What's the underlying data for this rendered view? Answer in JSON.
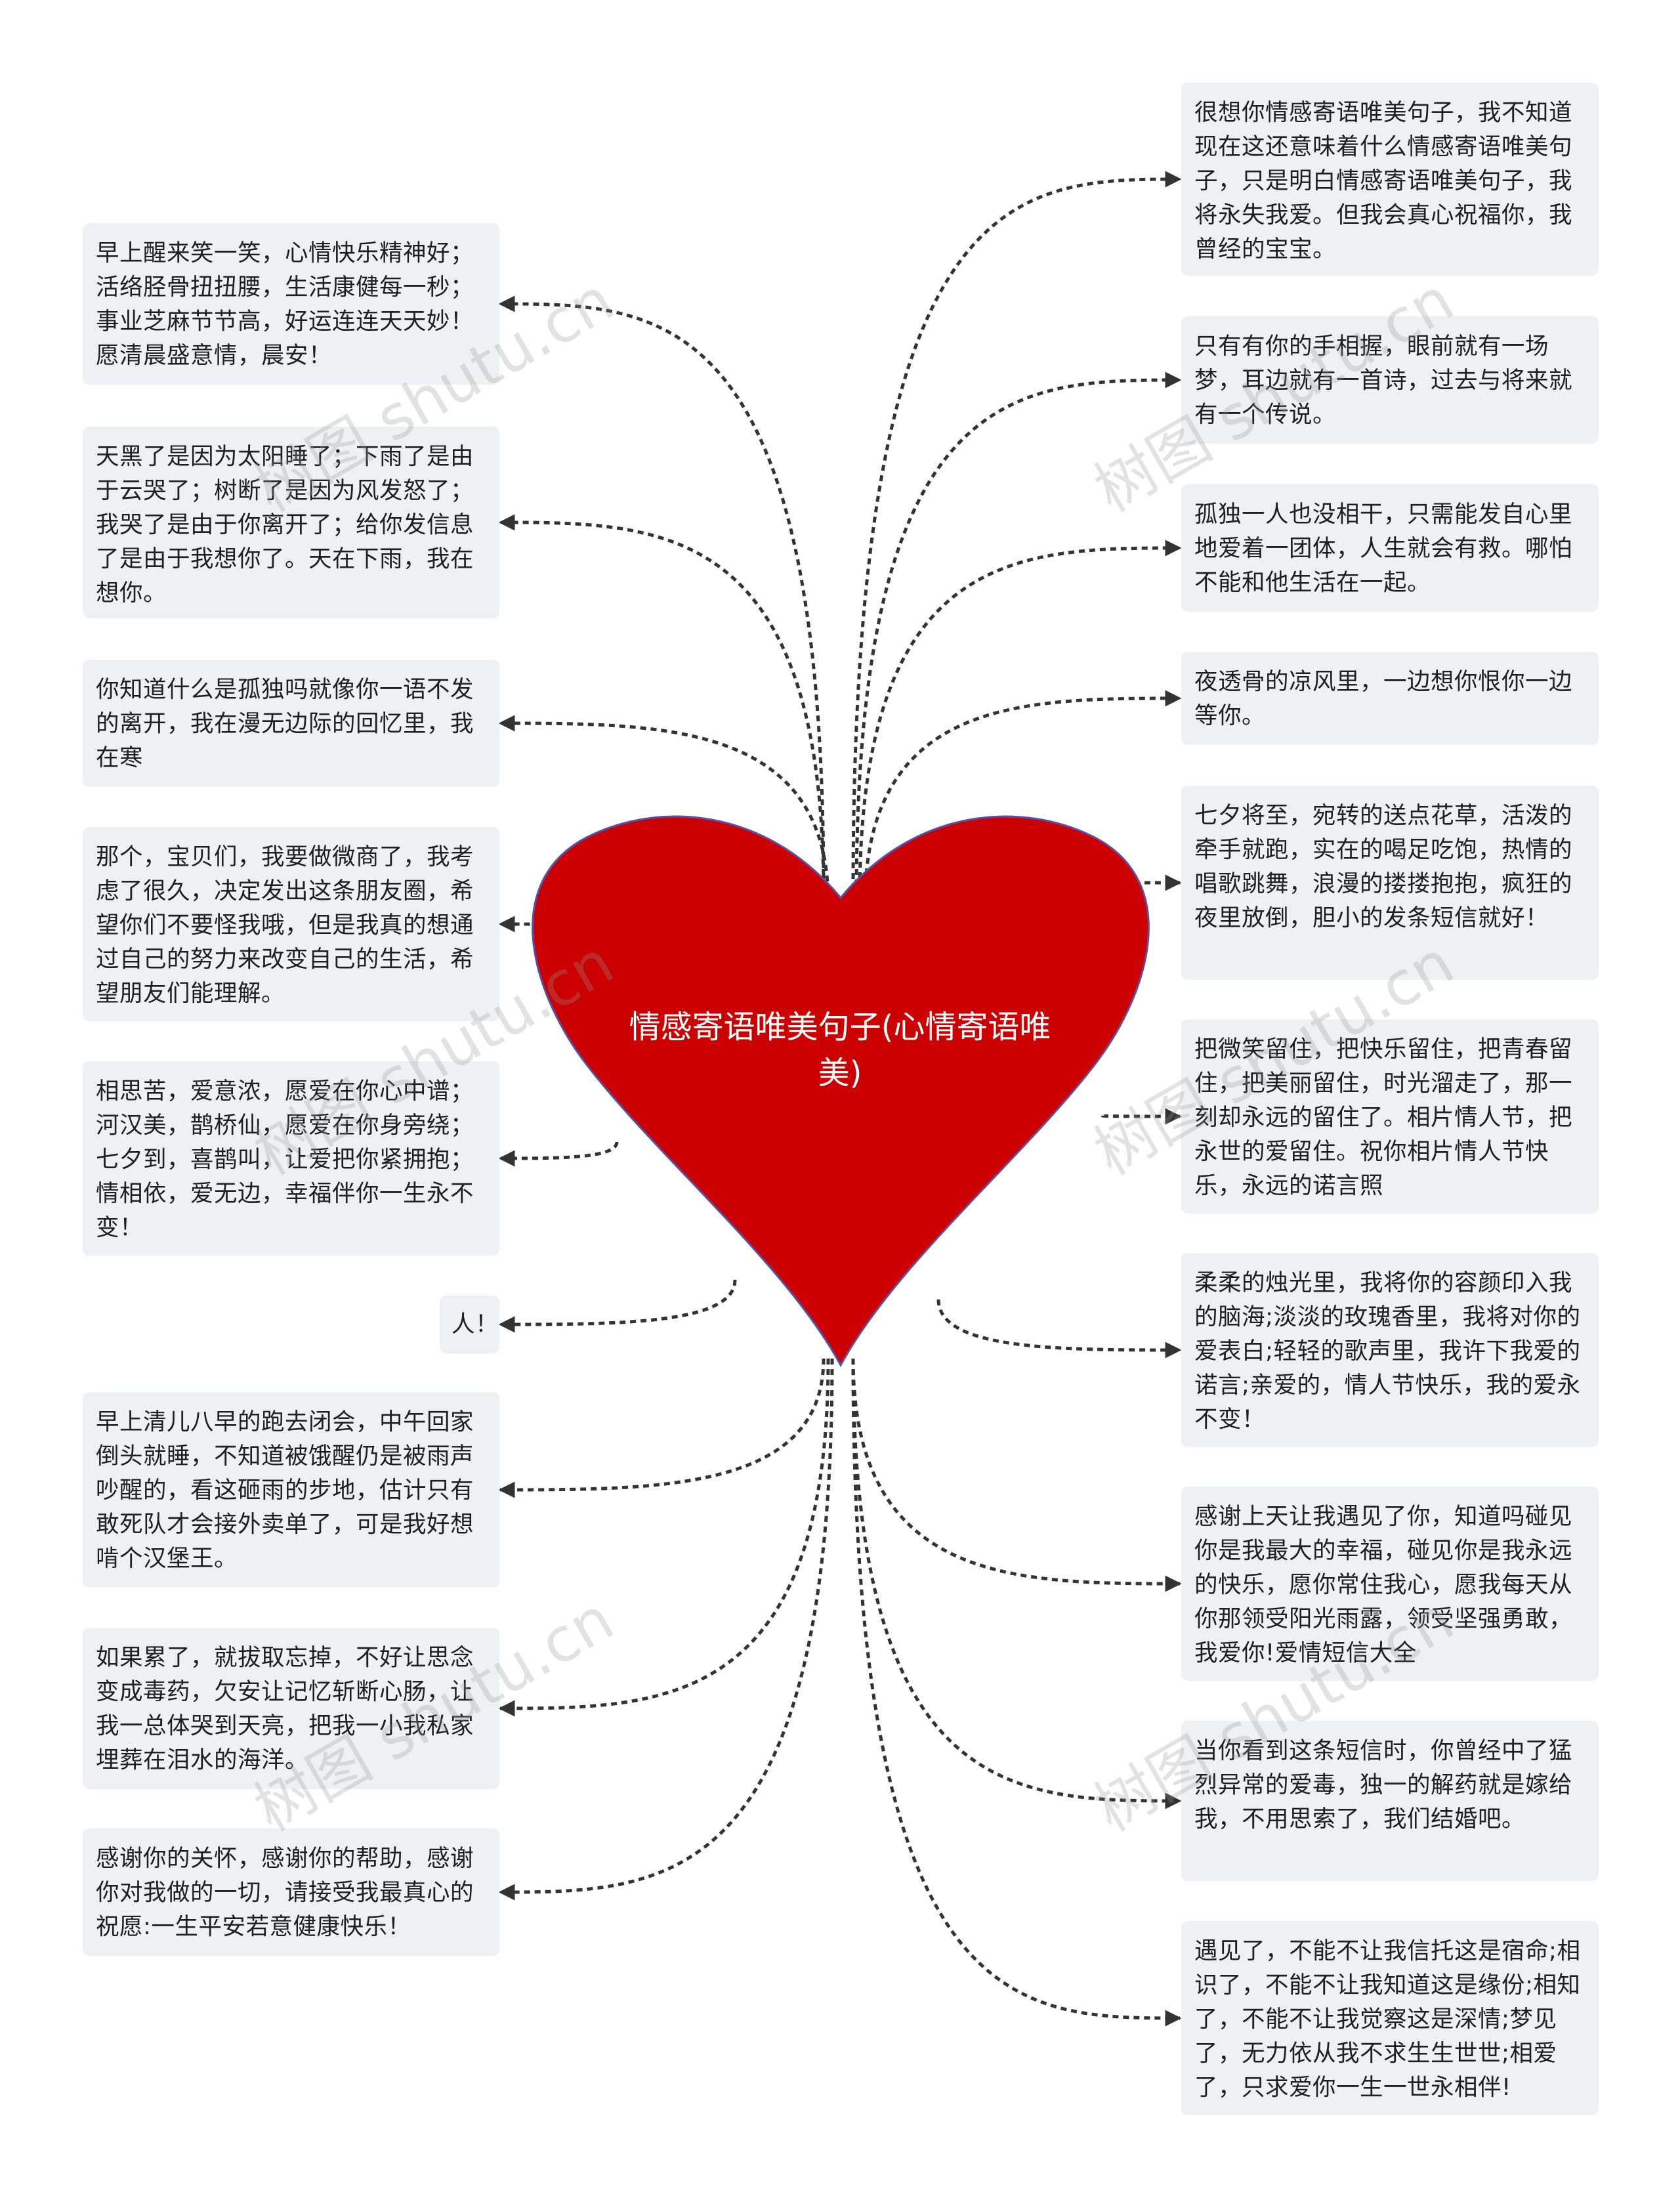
{
  "center": {
    "title": "情感寄语唯美句子(心情寄语唯美)",
    "color": "#cc0000"
  },
  "left_nodes": [
    "早上醒来笑一笑，心情快乐精神好；活络胫骨扭扭腰，生活康健每一秒；事业芝麻节节高，好运连连天天妙！愿清晨盛意情，晨安！",
    "天黑了是因为太阳睡了；下雨了是由于云哭了；树断了是因为风发怒了；我哭了是由于你离开了；给你发信息了是由于我想你了。天在下雨，我在想你。",
    "你知道什么是孤独吗就像你一语不发的离开，我在漫无边际的回忆里，我在寒",
    "那个，宝贝们，我要做微商了，我考虑了很久，决定发出这条朋友圈，希望你们不要怪我哦，但是我真的想通过自己的努力来改变自己的生活，希望朋友们能理解。",
    "相思苦，爱意浓，愿爱在你心中谱；河汉美，鹊桥仙，愿爱在你身旁绕；七夕到，喜鹊叫，让爱把你紧拥抱；情相依，爱无边，幸福伴你一生永不变！",
    "人！",
    "早上清儿八早的跑去闭会，中午回家倒头就睡，不知道被饿醒仍是被雨声吵醒的，看这砸雨的步地，估计只有敢死队才会接外卖单了，可是我好想啃个汉堡王。",
    "如果累了，就拔取忘掉，不好让思念变成毒药，欠安让记忆斩断心肠，让我一总体哭到天亮，把我一小我私家埋葬在泪水的海洋。",
    "感谢你的关怀，感谢你的帮助，感谢你对我做的一切，请接受我最真心的祝愿:一生平安若意健康快乐！"
  ],
  "right_nodes": [
    "很想你情感寄语唯美句子，我不知道现在这还意味着什么情感寄语唯美句子，只是明白情感寄语唯美句子，我将永失我爱。但我会真心祝福你，我曾经的宝宝。",
    "只有有你的手相握，眼前就有一场梦，耳边就有一首诗，过去与将来就有一个传说。",
    "孤独一人也没相干，只需能发自心里地爱着一团体，人生就会有救。哪怕不能和他生活在一起。",
    "夜透骨的凉风里，一边想你恨你一边等你。",
    "七夕将至，宛转的送点花草，活泼的牵手就跑，实在的喝足吃饱，热情的唱歌跳舞，浪漫的搂搂抱抱，疯狂的夜里放倒，胆小的发条短信就好！",
    "把微笑留住，把快乐留住，把青春留住，把美丽留住，时光溜走了，那一刻却永远的留住了。相片情人节，把永世的爱留住。祝你相片情人节快乐，永远的诺言照",
    "柔柔的烛光里，我将你的容颜印入我的脑海;淡淡的玫瑰香里，我将对你的爱表白;轻轻的歌声里，我许下我爱的诺言;亲爱的，情人节快乐，我的爱永不变！",
    "感谢上天让我遇见了你，知道吗碰见你是我最大的幸福，碰见你是我永远的快乐，愿你常住我心，愿我每天从你那领受阳光雨露，领受坚强勇敢，我爱你!爱情短信大全",
    "当你看到这条短信时，你曾经中了猛烈异常的爱毒，独一的解药就是嫁给我，不用思索了，我们结婚吧。",
    "遇见了，不能不让我信托这是宿命;相识了，不能不让我知道这是缘份;相知了，不能不让我觉察这是深情;梦见了，无力依从我不求生生世世;相爱了，只求爱你一生一世永相伴!"
  ],
  "watermark": "树图 shutu.cn"
}
